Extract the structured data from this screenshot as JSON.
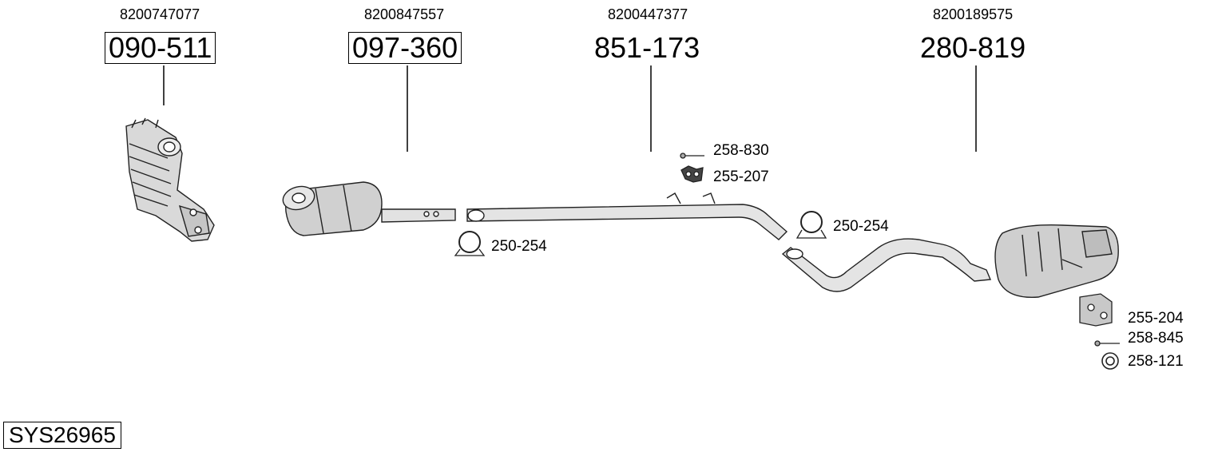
{
  "parts": [
    {
      "oem": "8200747077",
      "number": "090-511",
      "boxed": true,
      "icon": "catalytic-converter"
    },
    {
      "oem": "8200847557",
      "number": "097-360",
      "boxed": true,
      "icon": "front-silencer-filter"
    },
    {
      "oem": "8200447377",
      "number": "851-173",
      "boxed": false,
      "icon": "intermediate-pipe"
    },
    {
      "oem": "8200189575",
      "number": "280-819",
      "boxed": false,
      "icon": "rear-silencer"
    }
  ],
  "accessories": {
    "bolt_1": "258-830",
    "rubber_mount_1": "255-207",
    "clamp_1": "250-254",
    "clamp_2": "250-254",
    "rubber_mount_2": "255-204",
    "bolt_2": "258-845",
    "ring": "258-121"
  },
  "system_code": "SYS26965"
}
